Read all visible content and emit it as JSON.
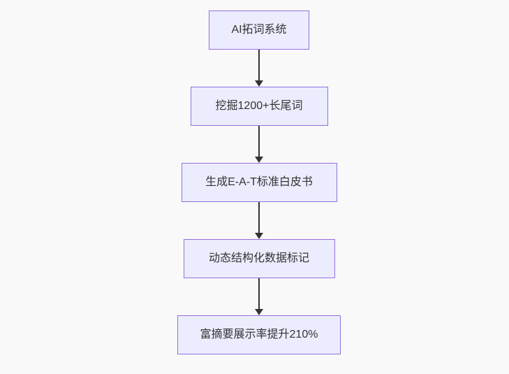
{
  "flowchart": {
    "direction": "top-down",
    "nodes": [
      {
        "label": "AI拓词系统"
      },
      {
        "label": "挖掘1200+长尾词"
      },
      {
        "label": "生成E-A-T标准白皮书"
      },
      {
        "label": "动态结构化数据标记"
      },
      {
        "label": "富摘要展示率提升210%"
      }
    ],
    "edges": [
      {
        "from": 0,
        "to": 1
      },
      {
        "from": 1,
        "to": 2
      },
      {
        "from": 2,
        "to": 3
      },
      {
        "from": 3,
        "to": 4
      }
    ],
    "colors": {
      "background": "#f9f9f9",
      "node_fill": "#ececff",
      "node_border": "#9370db",
      "edge_line": "#333333",
      "text": "#333333"
    }
  }
}
